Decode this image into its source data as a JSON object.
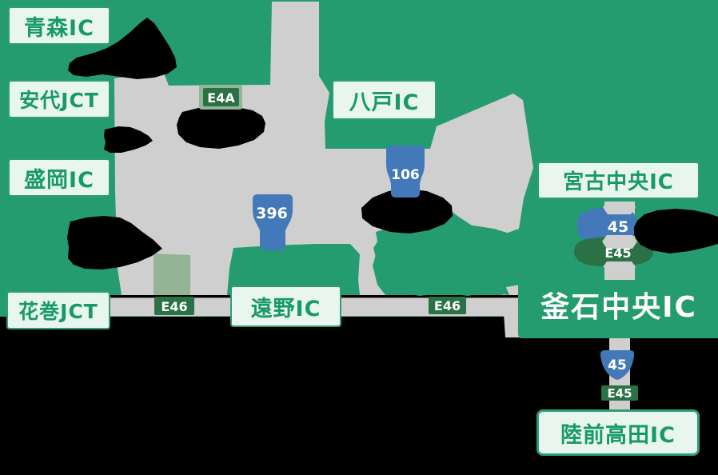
{
  "map": {
    "interchanges": {
      "aomori": "青森IC",
      "ashiro": "安代JCT",
      "morioka": "盛岡IC",
      "hanamaki": "花巻JCT",
      "hachinohe": "八戸IC",
      "miyako": "宮古中央IC",
      "tono": "遠野IC",
      "kamaishi": "釜石中央IC",
      "rikuzentakata": "陸前高田IC"
    },
    "route_shields": {
      "e4a": "E4A",
      "e46_hanamaki": "E46",
      "e46_tono": "E46",
      "e45_miyako": "E45",
      "e45_rikuzen": "E45",
      "route396": "396",
      "route106": "106",
      "route45_miyako": "45",
      "route45_rikuzen": "45"
    },
    "colors": {
      "land_green": "#259b70",
      "road_gray": "#cfcfcf",
      "label_bg": "#e9f6ef",
      "label_text": "#17996b",
      "label_border": "#2f9e76",
      "expressway_green": "#2a7245",
      "national_route_blue": "#4379b8",
      "sage_green": "#93b495",
      "background": "#000000"
    }
  }
}
